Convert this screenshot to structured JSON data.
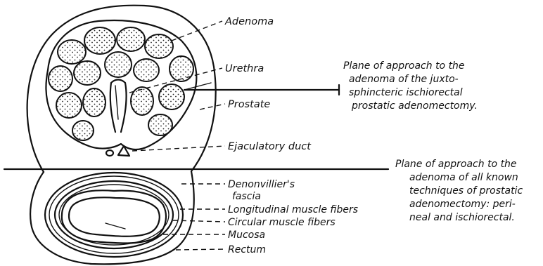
{
  "labels": {
    "adenoma": "Adenoma",
    "urethra": "Urethra",
    "prostate": "Prostate",
    "ejaculatory_duct": "Ejaculatory duct",
    "denonvillier_1": "Denonvillier's",
    "denonvillier_2": "fascia",
    "longitudinal": "Longitudinal muscle fibers",
    "circular": "Circular muscle fibers",
    "mucosa": "Mucosa",
    "rectum": "Rectum"
  },
  "note_juxta": [
    "Plane of approach to the",
    "adenoma of the juxto-",
    "sphincteric ischiorectal",
    "prostatic adenomectomy."
  ],
  "note_all": [
    "Plane of approach to the",
    "adenoma of all known",
    "techniques of prostatic",
    "adenomectomy: peri-",
    "neal and ischiorectal."
  ]
}
